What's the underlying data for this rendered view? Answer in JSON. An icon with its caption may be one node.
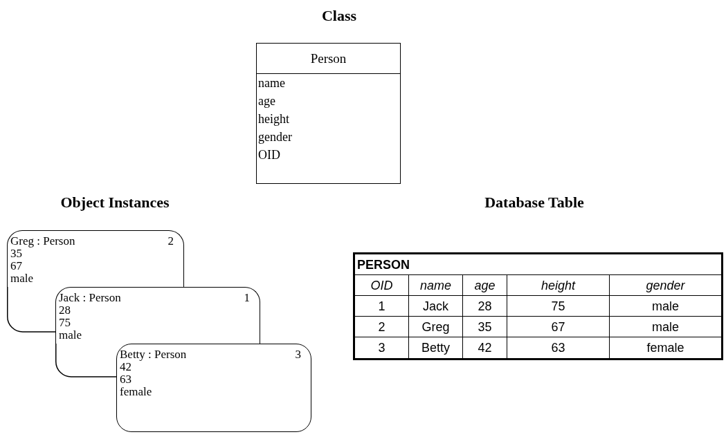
{
  "diagram": {
    "nodes": [
      {
        "text": [
          "Person",
          "name",
          "age",
          "height",
          "gender",
          "OID"
        ]
      },
      {
        "text": [
          "Greg : Person",
          "2",
          "35",
          "67",
          "male"
        ]
      },
      {
        "text": [
          "Jack : Person",
          "1",
          "28",
          "75",
          "male"
        ]
      },
      {
        "text": [
          "Betty : Person",
          "3",
          "42",
          "63",
          "female"
        ]
      },
      {
        "text": [
          "PERSON"
        ]
      }
    ],
    "edges": [],
    "labels": [
      "Class",
      "Object Instances",
      "Database Table",
      "OID",
      "name",
      "age",
      "height",
      "gender",
      "1",
      "Jack",
      "28",
      "75",
      "male",
      "2",
      "Greg",
      "35",
      "67",
      "male",
      "3",
      "Betty",
      "42",
      "63",
      "female"
    ]
  }
}
